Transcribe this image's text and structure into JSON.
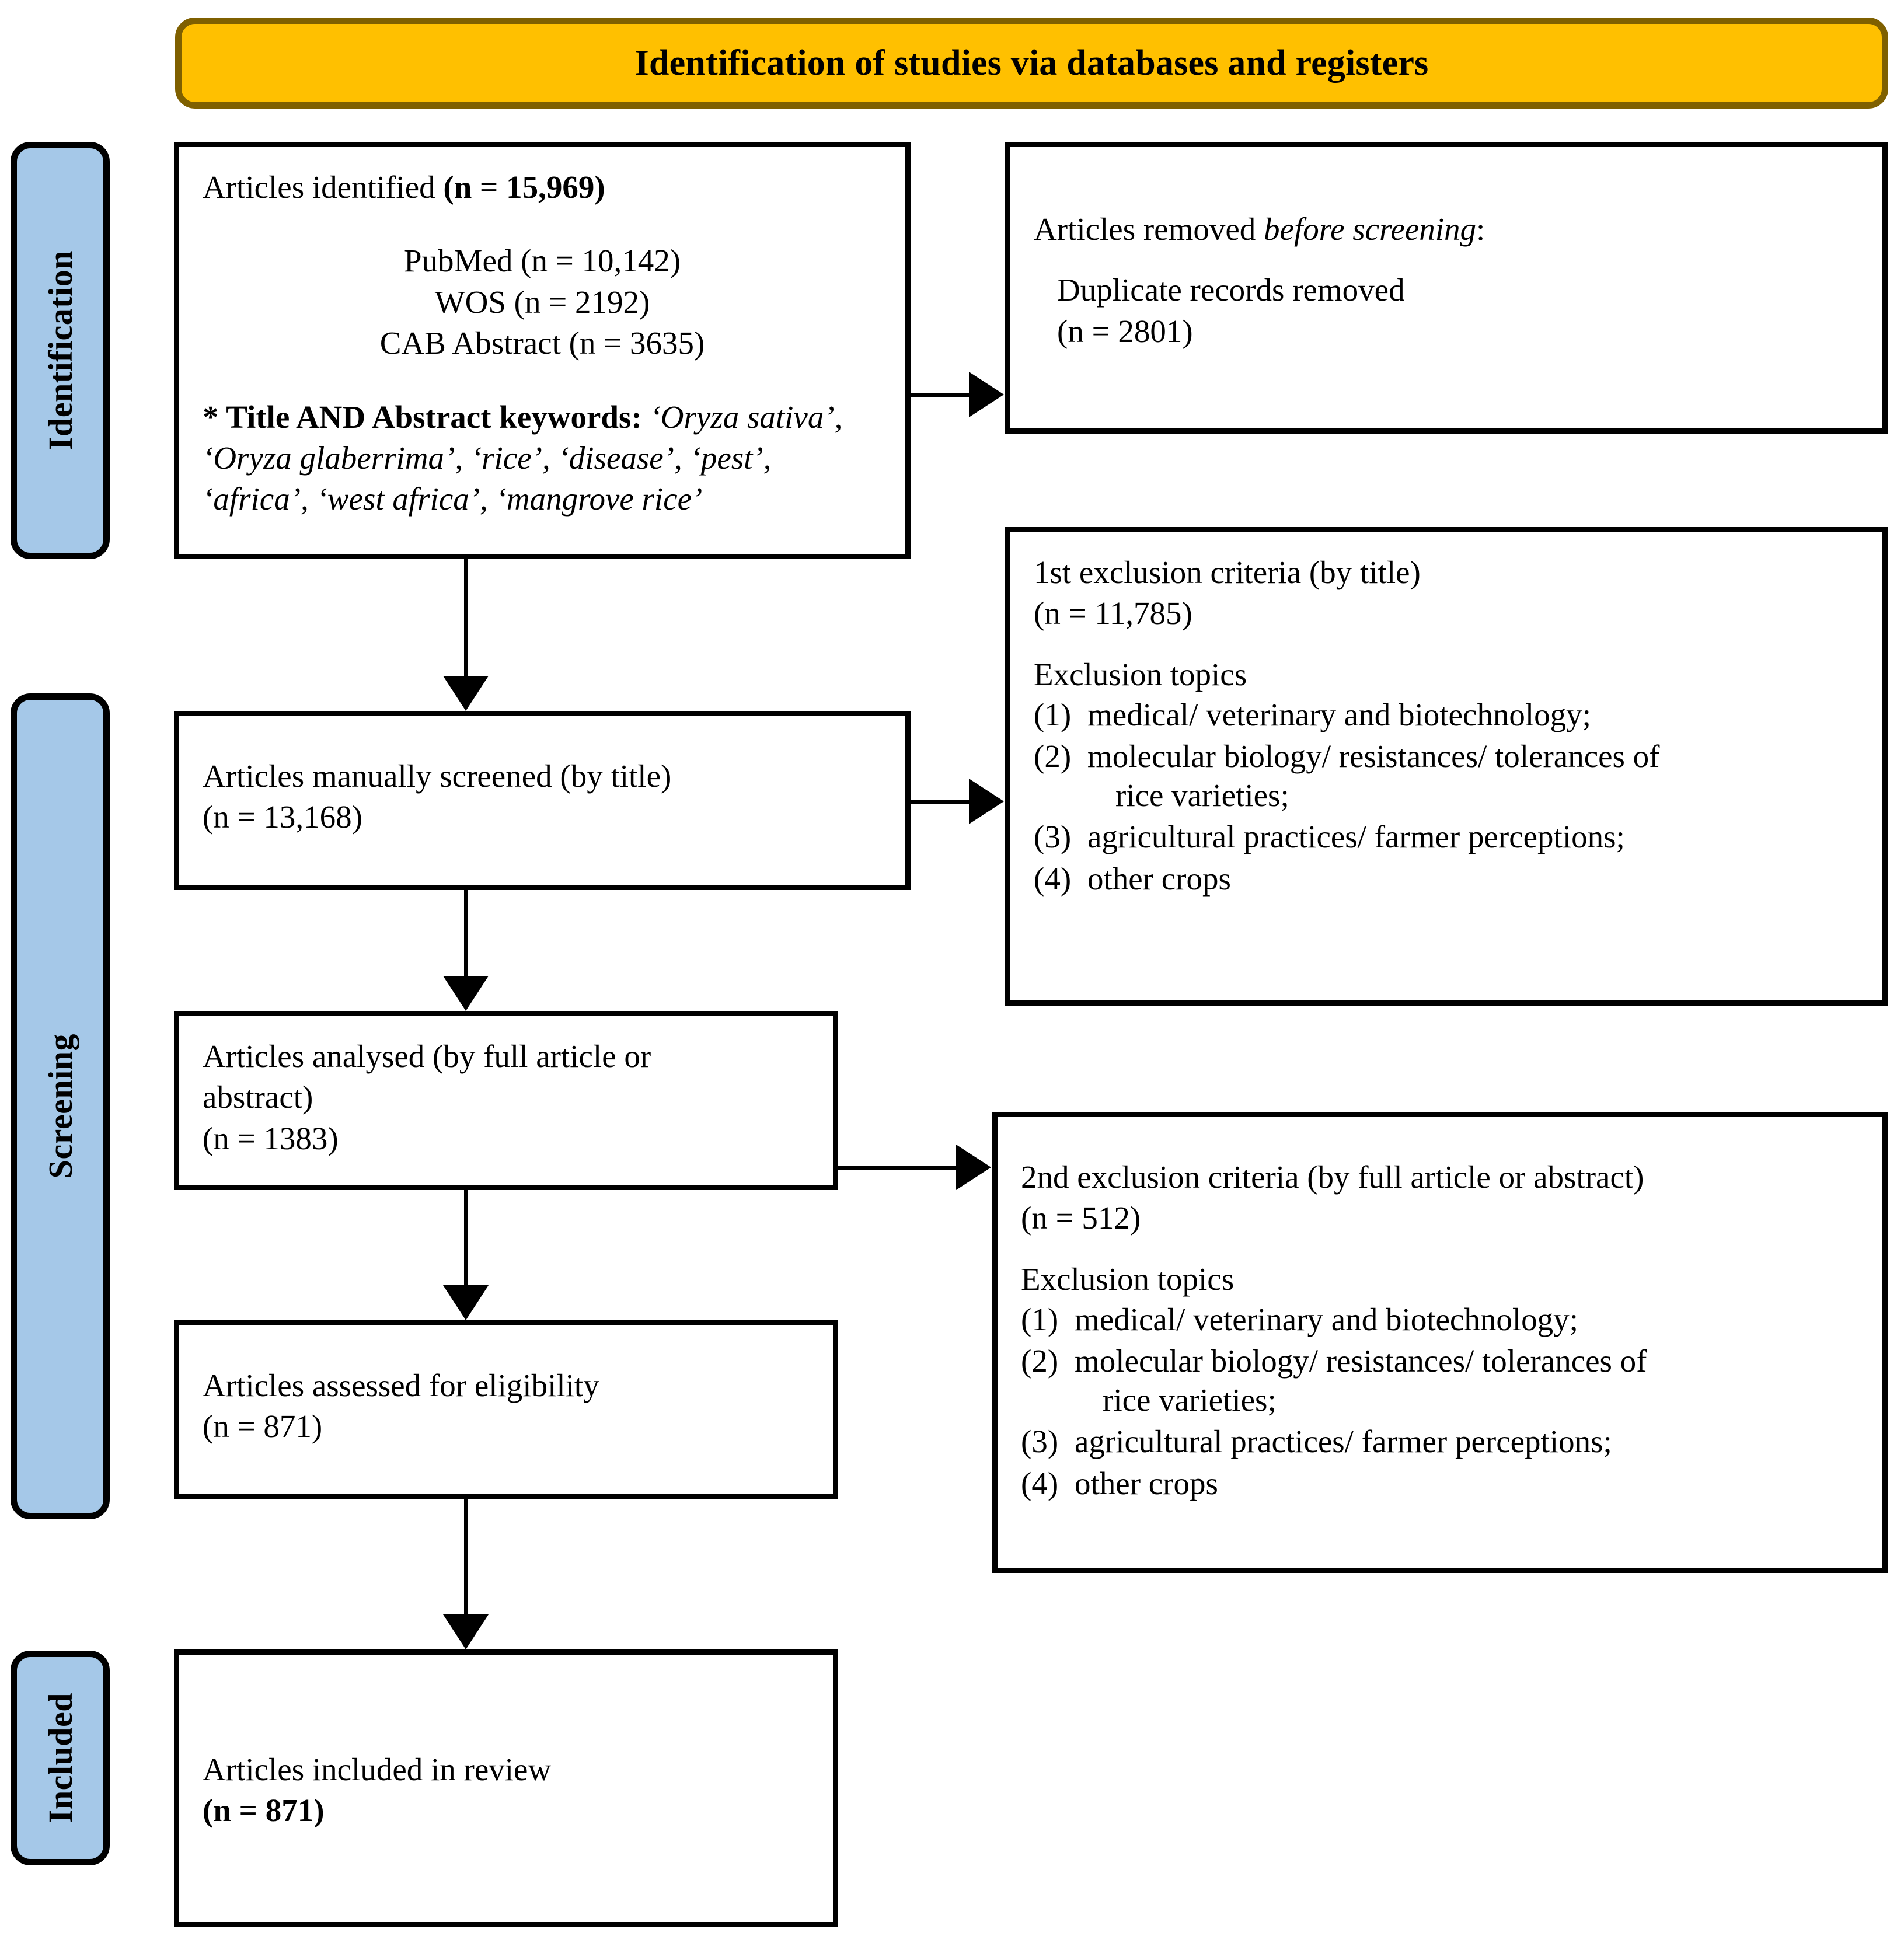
{
  "header": {
    "title": "Identification of studies via databases and registers",
    "bg_color": "#FFC000",
    "border_color": "#7F6000"
  },
  "stages": {
    "color": "#A5C8E8",
    "identification": "Identification",
    "screening": "Screening",
    "included": "Included"
  },
  "boxes": {
    "identified": {
      "title": "Articles identified ",
      "title_n": "(n = 15,969)",
      "sources": [
        "PubMed (n = 10,142)",
        "WOS (n = 2192)",
        "CAB Abstract (n = 3635)"
      ],
      "keywords_label": "* Title AND Abstract keywords:",
      "keywords_value": " ‘Oryza sativa’, ‘Oryza glaberrima’, ‘rice’, ‘disease’, ‘pest’, ‘africa’, ‘west africa’, ‘mangrove rice’"
    },
    "removed_before": {
      "line1_pre": "Articles removed ",
      "line1_em": "before screening",
      "line1_post": ":",
      "line2": "Duplicate records removed",
      "line3": "(n = 2801)"
    },
    "screened": {
      "line1": "Articles manually screened (by title)",
      "line2": "(n = 13,168)"
    },
    "analysed": {
      "line1": "Articles analysed (by full article or",
      "line2": "abstract)",
      "line3": "(n = 1383)"
    },
    "assessed": {
      "line1": "Articles assessed for eligibility",
      "line2": "(n = 871)"
    },
    "included": {
      "line1": "Articles included in review",
      "line2": "(n = 871)"
    },
    "exclusion_1": {
      "title": "1st exclusion criteria (by title)",
      "count": "(n = 11,785)",
      "topics_label": "Exclusion topics",
      "topics": [
        {
          "num": "(1)",
          "text": "medical/ veterinary and biotechnology;",
          "cont": ""
        },
        {
          "num": "(2)",
          "text": "molecular biology/ resistances/ tolerances of",
          "cont": "rice varieties;"
        },
        {
          "num": "(3)",
          "text": "agricultural practices/ farmer perceptions;",
          "cont": ""
        },
        {
          "num": "(4)",
          "text": "other crops",
          "cont": ""
        }
      ]
    },
    "exclusion_2": {
      "title": "2nd exclusion criteria (by full article or abstract)",
      "count": "(n = 512)",
      "topics_label": "Exclusion topics",
      "topics": [
        {
          "num": "(1)",
          "text": "medical/ veterinary and biotechnology;",
          "cont": ""
        },
        {
          "num": "(2)",
          "text": "molecular biology/ resistances/ tolerances of",
          "cont": "rice varieties;"
        },
        {
          "num": "(3)",
          "text": "agricultural practices/ farmer perceptions;",
          "cont": ""
        },
        {
          "num": "(4)",
          "text": "other crops",
          "cont": ""
        }
      ]
    }
  }
}
